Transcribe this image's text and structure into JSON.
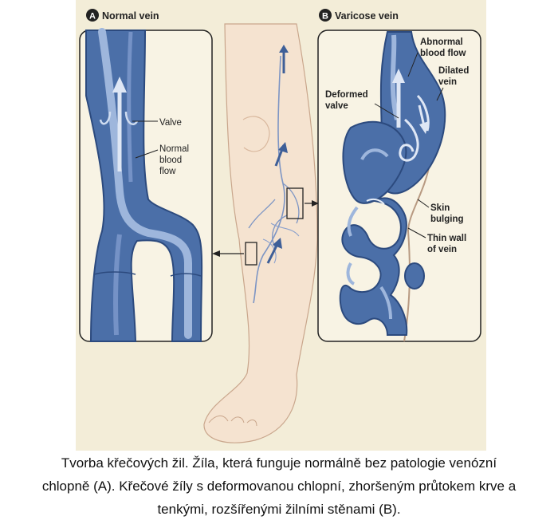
{
  "panel_a": {
    "letter": "A",
    "title": "Normal vein",
    "labels": {
      "valve": "Valve",
      "blood_flow": [
        "Normal",
        "blood",
        "flow"
      ]
    }
  },
  "panel_b": {
    "letter": "B",
    "title": "Varicose vein",
    "labels": {
      "abnormal_flow": [
        "Abnormal",
        "blood flow"
      ],
      "dilated_vein": [
        "Dilated",
        "vein"
      ],
      "deformed_valve": [
        "Deformed",
        "valve"
      ],
      "skin_bulging": [
        "Skin",
        "bulging"
      ],
      "thin_wall": [
        "Thin wall",
        "of vein"
      ]
    }
  },
  "caption": {
    "line1": "Tvorba křečových žil. Žíla, která funguje normálně bez patologie venózní",
    "line2": "chlopně (A). Křečové žíly s deformovanou chlopní, zhoršeným průtokem krve a",
    "line3": "tenkými, rozšířenými žilními stěnami (B)."
  },
  "colors": {
    "background": "#f3edd8",
    "skin": "#f5e3d0",
    "vein": "#4b6fa8",
    "vein_dark": "#2c4a7e",
    "vein_light": "#9eb6dc"
  }
}
